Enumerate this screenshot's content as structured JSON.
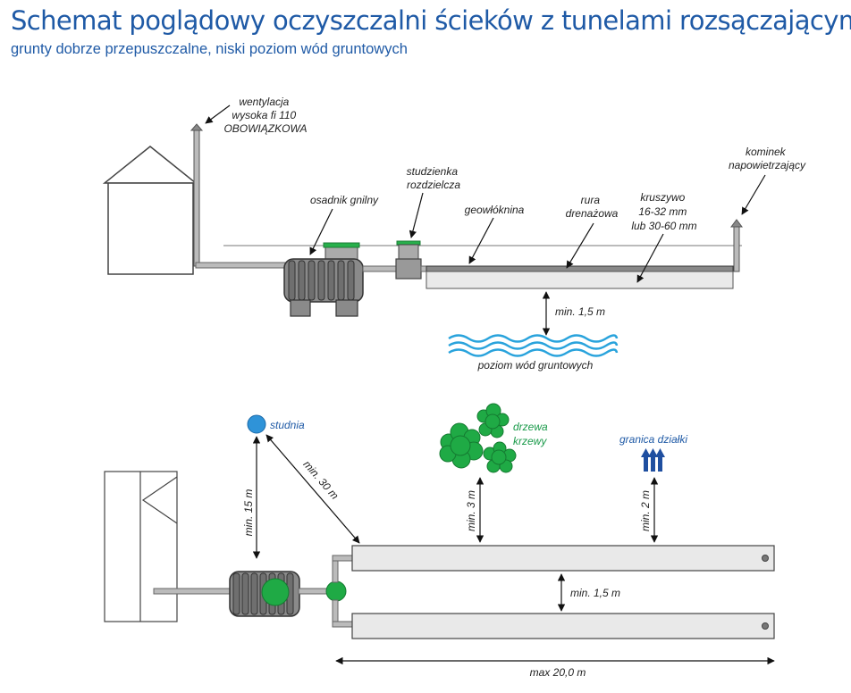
{
  "header": {
    "title": "Schemat poglądowy oczyszczalni ścieków z tunelami rozsączającymi",
    "subtitle": "grunty dobrze przepuszczalne, niski poziom wód gruntowych"
  },
  "side_view": {
    "ventilation": [
      "wentylacja",
      "wysoka fi 110",
      "OBOWIĄZKOWA"
    ],
    "septic_tank": "osadnik gnilny",
    "distribution_well": [
      "studzienka",
      "rozdzielcza"
    ],
    "geotextile": "geowłóknina",
    "drain_pipe": [
      "rura",
      "drenażowa"
    ],
    "gravel": [
      "kruszywo",
      "16-32 mm",
      "lub  30-60 mm"
    ],
    "air_vent": [
      "kominek",
      "napowietrzający"
    ],
    "groundwater_distance": "min. 1,5 m",
    "groundwater_level": "poziom wód gruntowych"
  },
  "plan_view": {
    "well": "studnia",
    "well_to_tank": "min. 15 m",
    "well_to_tunnel": "min. 30 m",
    "trees": [
      "drzewa",
      "krzewy"
    ],
    "trees_distance": "min. 3 m",
    "plot_boundary": "granica działki",
    "boundary_distance": "min. 2 m",
    "tunnel_spacing": "min. 1,5 m",
    "max_length": "max 20,0 m"
  },
  "colors": {
    "title": "#1f5aa6",
    "green": "#1a9a4a",
    "water": "#29a3dc",
    "well": "#2f93d8",
    "boundary": "#1f4fa0"
  }
}
